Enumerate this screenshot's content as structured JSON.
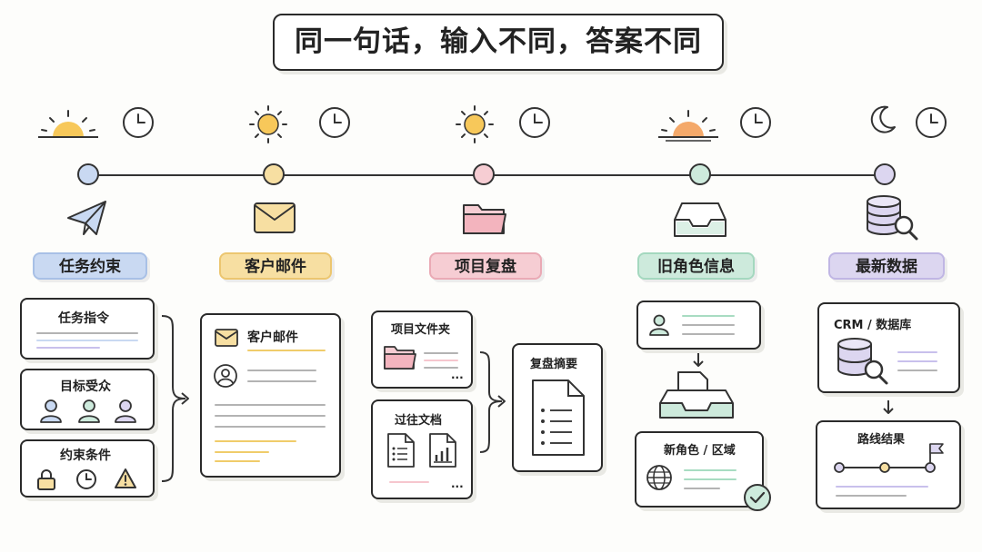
{
  "title": "同一句话，输入不同，答案不同",
  "colors": {
    "blue": "#c9d9f2",
    "yellow": "#f7dfa2",
    "pink": "#f6cdd3",
    "green": "#cdeadc",
    "purple": "#dcd6f0"
  },
  "stages": [
    {
      "label": "任务约束",
      "time_icon": "sunrise-icon"
    },
    {
      "label": "客户邮件",
      "time_icon": "sun-icon"
    },
    {
      "label": "项目复盘",
      "time_icon": "sun-icon"
    },
    {
      "label": "旧角色信息",
      "time_icon": "sunset-icon"
    },
    {
      "label": "最新数据",
      "time_icon": "moon-icon"
    }
  ],
  "task": {
    "instruction": "任务指令",
    "audience": "目标受众",
    "constraints": "约束条件"
  },
  "email": {
    "title": "客户邮件"
  },
  "project": {
    "folder": "项目文件夹",
    "docs": "过往文档",
    "dots": "...",
    "summary": "复盘摘要"
  },
  "role": {
    "new_role": "新角色 / 区域"
  },
  "data": {
    "source": "CRM / 数据库",
    "result": "路线结果"
  }
}
